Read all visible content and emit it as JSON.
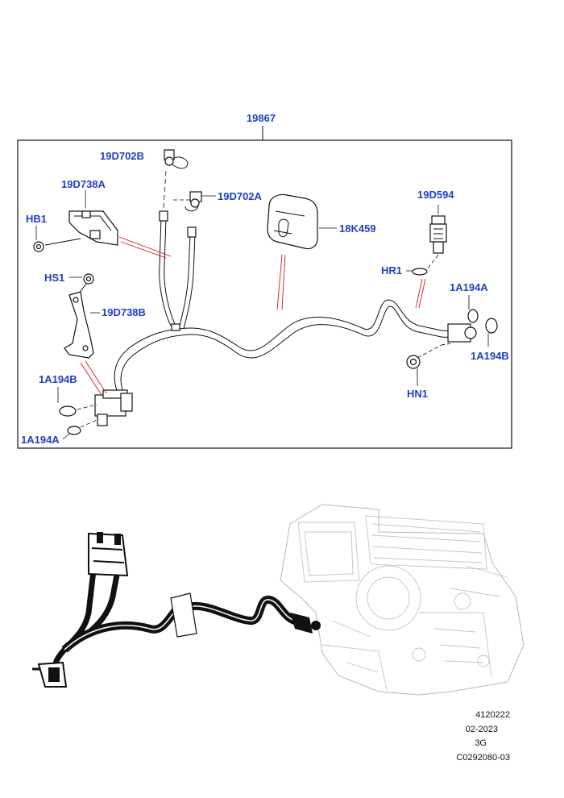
{
  "diagram": {
    "assembly_label": "19867",
    "labels": {
      "a_19D702B": "19D702B",
      "b_19D738A": "19D738A",
      "c_HB1": "HB1",
      "d_19D702A": "19D702A",
      "e_19D594": "19D594",
      "f_18K459": "18K459",
      "g_HR1": "HR1",
      "h_1A194A_right": "1A194A",
      "i_HS1": "HS1",
      "j_19D738B": "19D738B",
      "k_1A194B_right": "1A194B",
      "l_1A194B_left": "1A194B",
      "m_HN1": "HN1",
      "n_1A194A_left": "1A194A"
    }
  },
  "footer": {
    "code": "4120222",
    "date": "02-2023",
    "version": "3G",
    "reference": "C0292080-03"
  },
  "colors": {
    "label": "#1f3fc4",
    "leader_red": "#d11a1a",
    "line": "#111111",
    "ghost": "#b8b8b8"
  }
}
